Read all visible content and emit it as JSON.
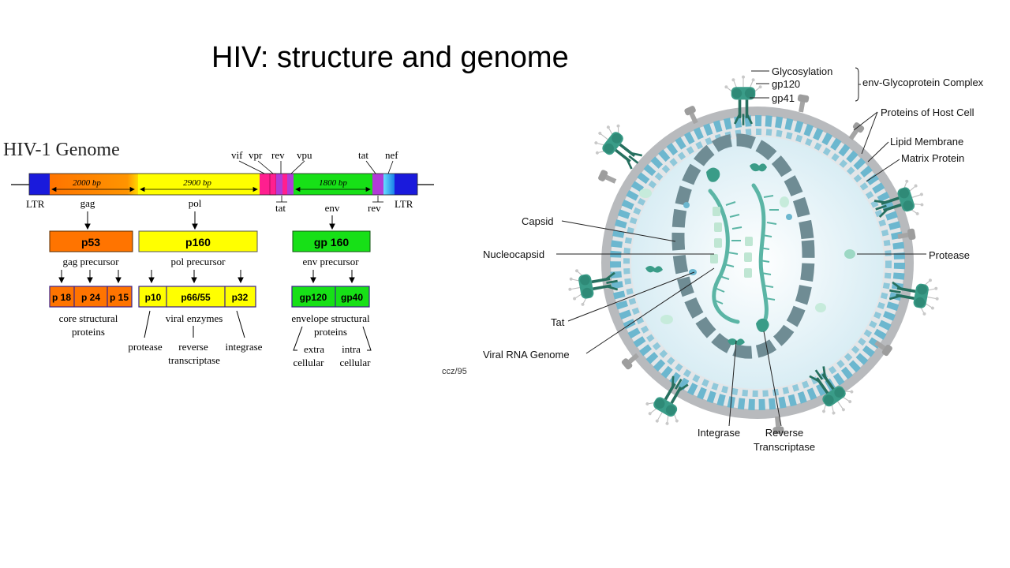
{
  "title": "HIV: structure and genome",
  "genome": {
    "heading": "HIV-1 Genome",
    "ltr_left": "LTR",
    "ltr_right": "LTR",
    "segments": {
      "gag_bp": "2000 bp",
      "pol_bp": "2900 bp",
      "env_bp": "1800 bp"
    },
    "small_genes": {
      "vif": "vif",
      "vpr": "vpr",
      "rev_top": "rev",
      "vpu": "vpu",
      "tat_top": "tat",
      "nef": "nef",
      "tat_bottom": "tat",
      "rev_bottom": "rev"
    },
    "genes": {
      "gag": "gag",
      "pol": "pol",
      "env": "env"
    },
    "precursors": {
      "gag": {
        "protein": "p53",
        "label": "gag precursor",
        "products": [
          "p 18",
          "p 24",
          "p 15"
        ],
        "caption_1": "core structural",
        "caption_2": "proteins"
      },
      "pol": {
        "protein": "p160",
        "label": "pol precursor",
        "products": [
          "p10",
          "p66/55",
          "p32"
        ],
        "caption": "viral enzymes",
        "enzymes": {
          "protease": "protease",
          "rt_1": "reverse",
          "rt_2": "transcriptase",
          "integrase": "integrase"
        }
      },
      "env": {
        "protein": "gp 160",
        "label": "env precursor",
        "products": [
          "gp120",
          "gp40"
        ],
        "caption_1": "envelope structural",
        "caption_2": "proteins",
        "extra_1": "extra",
        "extra_2": "cellular",
        "intra_1": "intra",
        "intra_2": "cellular"
      }
    },
    "credit": "ccz/95",
    "colors": {
      "ltr": "#1a1adc",
      "gag": "#ff7400",
      "pol": "#ffff00",
      "env": "#17e017",
      "accessory_pink": "#ff1f8f",
      "accessory_purple": "#b13bd8"
    }
  },
  "virion": {
    "labels": {
      "glycosylation": "Glycosylation",
      "gp120": "gp120",
      "gp41": "gp41",
      "env_complex": "env-Glycoprotein Complex",
      "host_proteins": "Proteins of Host Cell",
      "lipid_membrane": "Lipid Membrane",
      "matrix_protein": "Matrix Protein",
      "capsid": "Capsid",
      "nucleocapsid": "Nucleocapsid",
      "protease": "Protease",
      "tat": "Tat",
      "viral_rna": "Viral RNA Genome",
      "integrase": "Integrase",
      "rt_1": "Reverse",
      "rt_2": "Transcriptase"
    },
    "colors": {
      "membrane": "#b8babd",
      "matrix": "#6cb7cf",
      "capsid": "#6f8c94",
      "rna": "#5bb5a5",
      "glycoprotein": "#3a9c88",
      "interior": "#e9f4f8"
    }
  }
}
